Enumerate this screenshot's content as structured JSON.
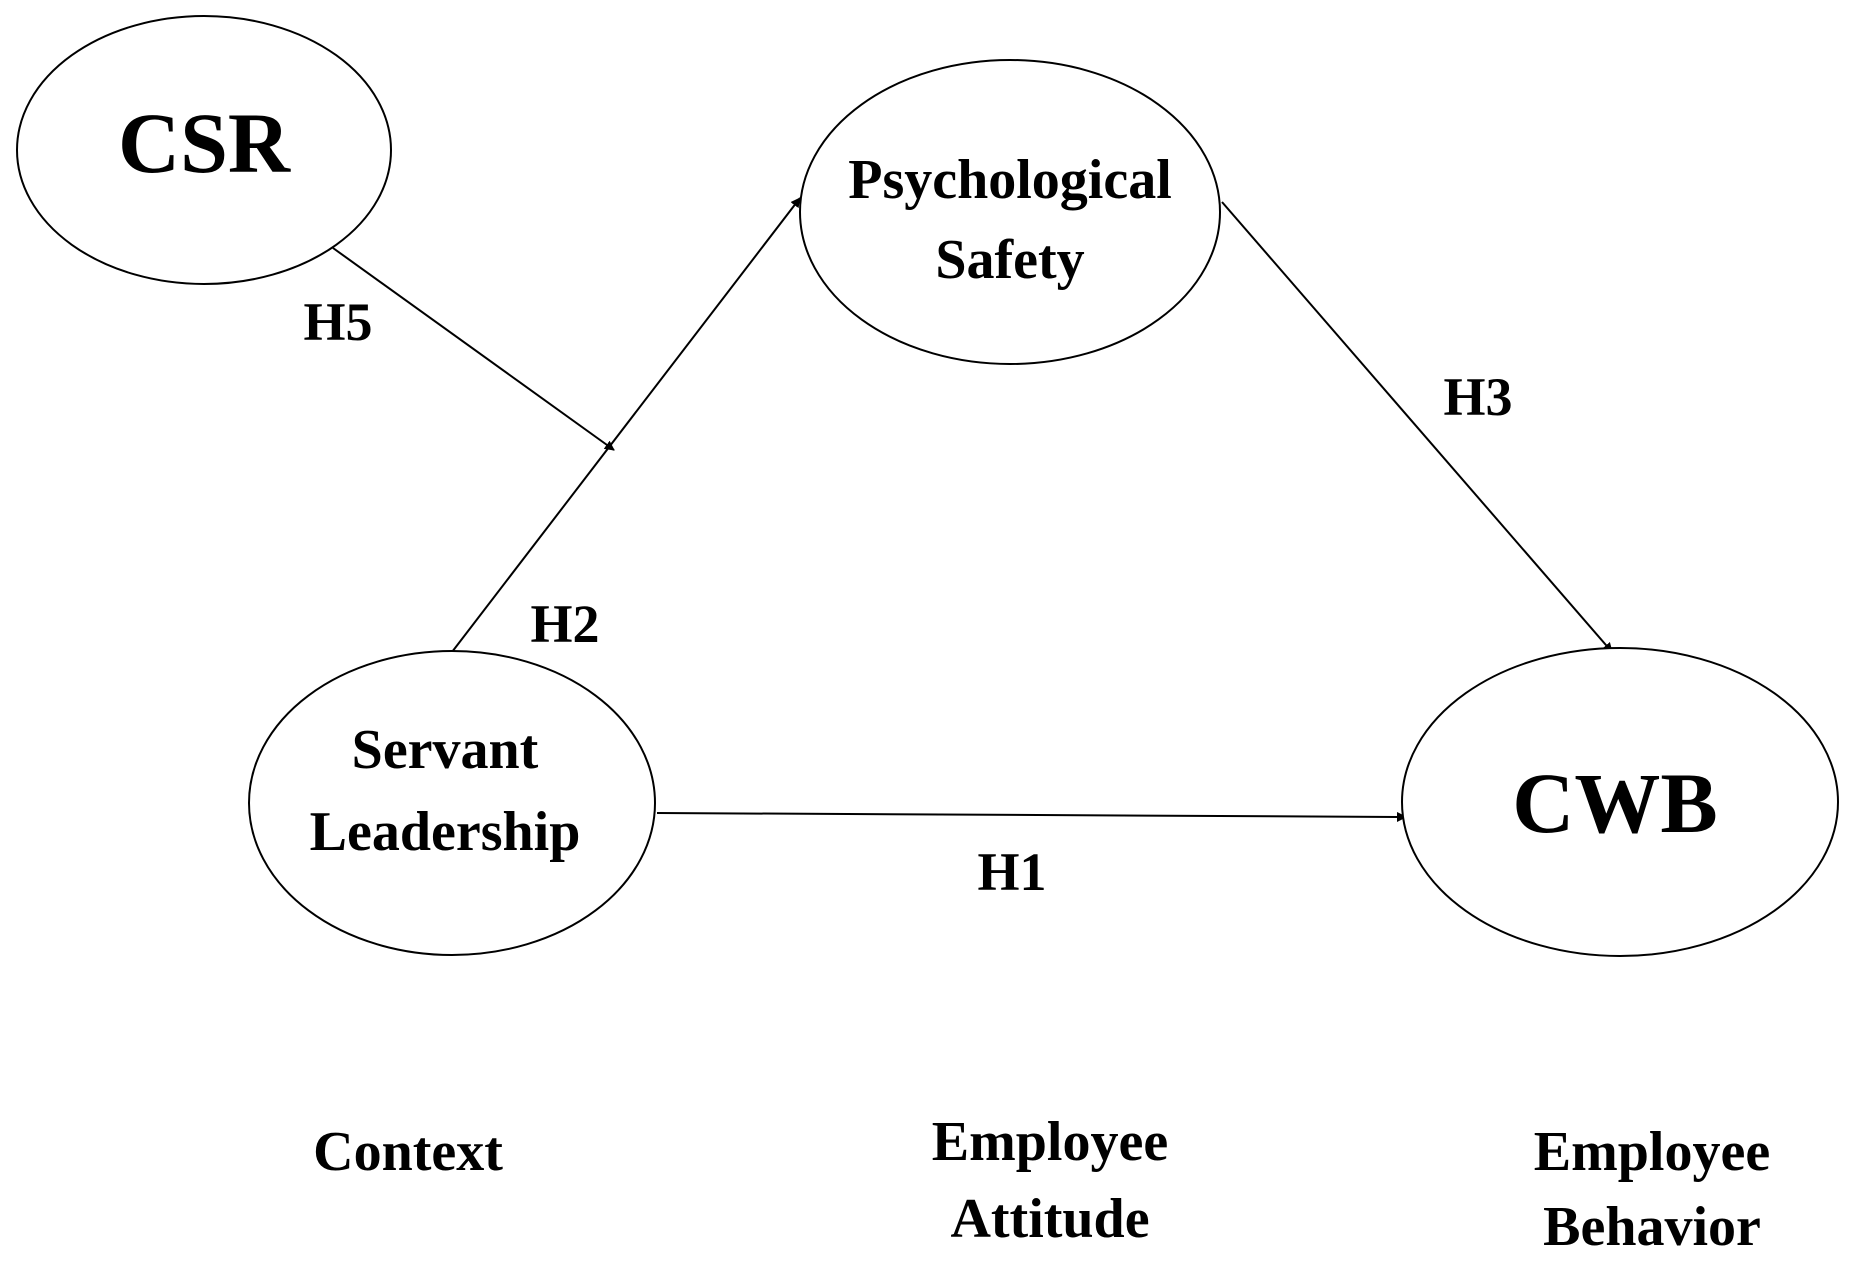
{
  "nodes": {
    "csr": {
      "lines": [
        "CSR"
      ]
    },
    "psych_safety": {
      "lines": [
        "Psychological",
        "Safety"
      ]
    },
    "servant_leadership": {
      "lines": [
        "Servant",
        "Leadership"
      ]
    },
    "cwb": {
      "lines": [
        "CWB"
      ]
    }
  },
  "edges": {
    "h1": {
      "label": "H1",
      "from": "Servant Leadership",
      "to": "CWB"
    },
    "h2": {
      "label": "H2",
      "from": "Servant Leadership",
      "to": "Psychological Safety"
    },
    "h3": {
      "label": "H3",
      "from": "Psychological Safety",
      "to": "CWB"
    },
    "h5": {
      "label": "H5",
      "from": "CSR",
      "to": "H2 path (moderation)"
    }
  },
  "columns": {
    "context": {
      "lines": [
        "Context"
      ]
    },
    "employee_attitude": {
      "lines": [
        "Employee",
        "Attitude"
      ]
    },
    "employee_behavior": {
      "lines": [
        "Employee",
        "Behavior"
      ]
    }
  },
  "colors": {
    "stroke": "#000000",
    "fill": "#ffffff",
    "text": "#000000"
  }
}
